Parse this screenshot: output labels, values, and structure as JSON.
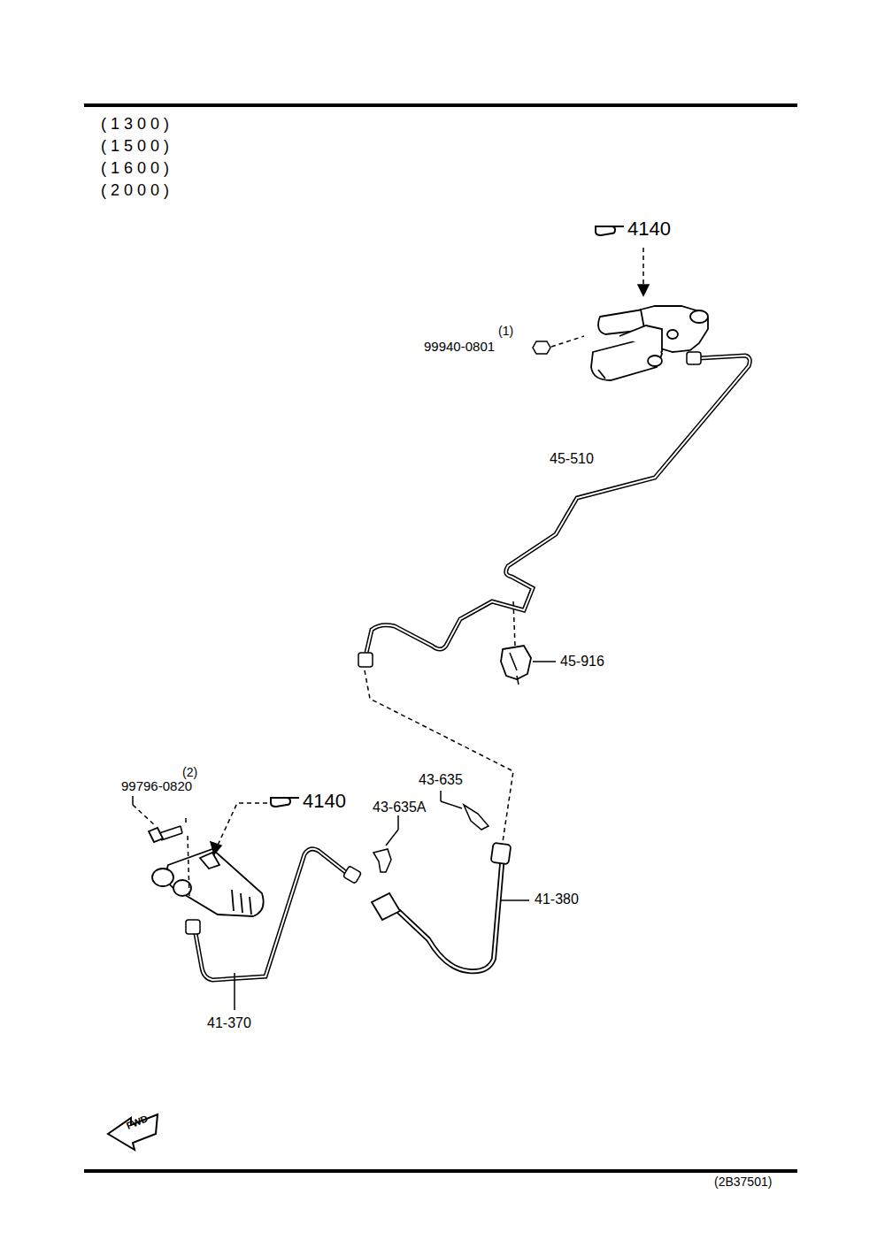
{
  "diagram": {
    "labels": [
      "(1300)",
      "(1500)",
      "(1600)",
      "(2000)",
      "4140",
      "(1)",
      "99940-0801",
      "45-510",
      "45-916",
      "(2)",
      "99796-0820",
      "4140",
      "43-635",
      "43-635A",
      "41-380",
      "41-370",
      "FWD",
      "(2B37501)"
    ]
  }
}
